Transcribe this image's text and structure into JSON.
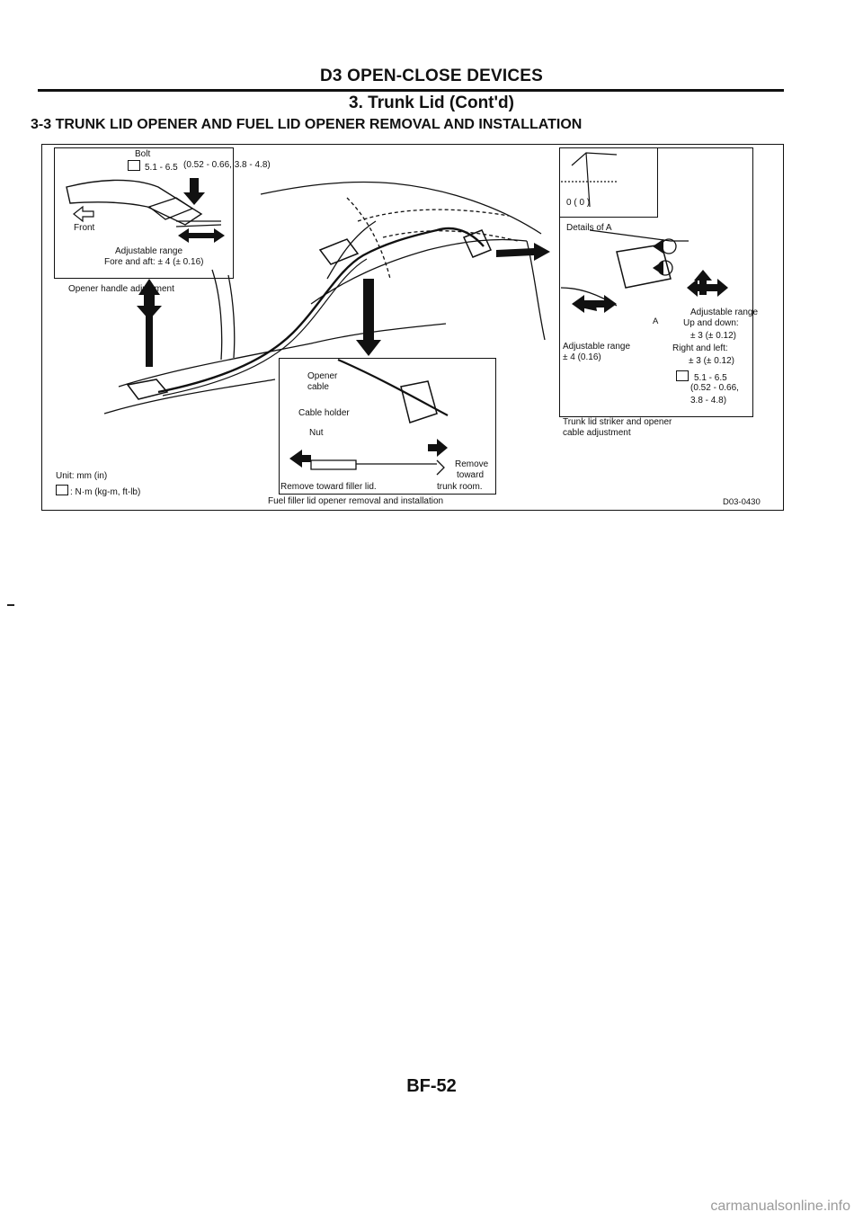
{
  "header": {
    "title": "D3 OPEN-CLOSE DEVICES",
    "section": "3. Trunk Lid (Cont'd)",
    "subsection": "3-3 TRUNK LID OPENER AND FUEL LID OPENER REMOVAL AND INSTALLATION"
  },
  "figure": {
    "id": "D03-0430",
    "opener_handle": {
      "bolt_label": "Bolt",
      "torque": "5.1 - 6.5",
      "torque_alt": "(0.52 - 0.66, 3.8 - 4.8)",
      "front_label": "Front",
      "adjustable_range": "Adjustable range",
      "fore_aft": "Fore and aft: ± 4 (± 0.16)",
      "caption": "Opener handle adjustment"
    },
    "fuel_filler": {
      "opener_cable": "Opener cable",
      "opener_line1": "Opener",
      "opener_line2": "cable",
      "cable_holder": "Cable holder",
      "nut": "Nut",
      "remove_filler": "Remove toward filler lid.",
      "remove_trunk_1": "Remove",
      "remove_trunk_2": "toward",
      "remove_trunk_3": "trunk room.",
      "caption": "Fuel filler lid opener removal and installation"
    },
    "striker": {
      "zero_label": "0 ( 0 )",
      "details_label": "Details of A",
      "a_label": "A",
      "adjustable_range_ud": "Adjustable range",
      "up_down": "Up and down:",
      "up_down_val": "± 3 (± 0.12)",
      "right_left": "Right and left:",
      "right_left_val": "± 3 (± 0.12)",
      "adjustable_range_2": "Adjustable range",
      "range_2_val": "± 4 (0.16)",
      "torque": "5.1 - 6.5",
      "torque_alt_1": "(0.52 - 0.66,",
      "torque_alt_2": "3.8 - 4.8)",
      "caption_1": "Trunk lid striker and opener",
      "caption_2": "cable adjustment"
    },
    "units": {
      "unit_line": "Unit: mm (in)",
      "torque_line": ": N·m (kg-m, ft-lb)"
    }
  },
  "footer": {
    "page_number": "BF-52",
    "watermark": "carmanualsonline.info"
  }
}
